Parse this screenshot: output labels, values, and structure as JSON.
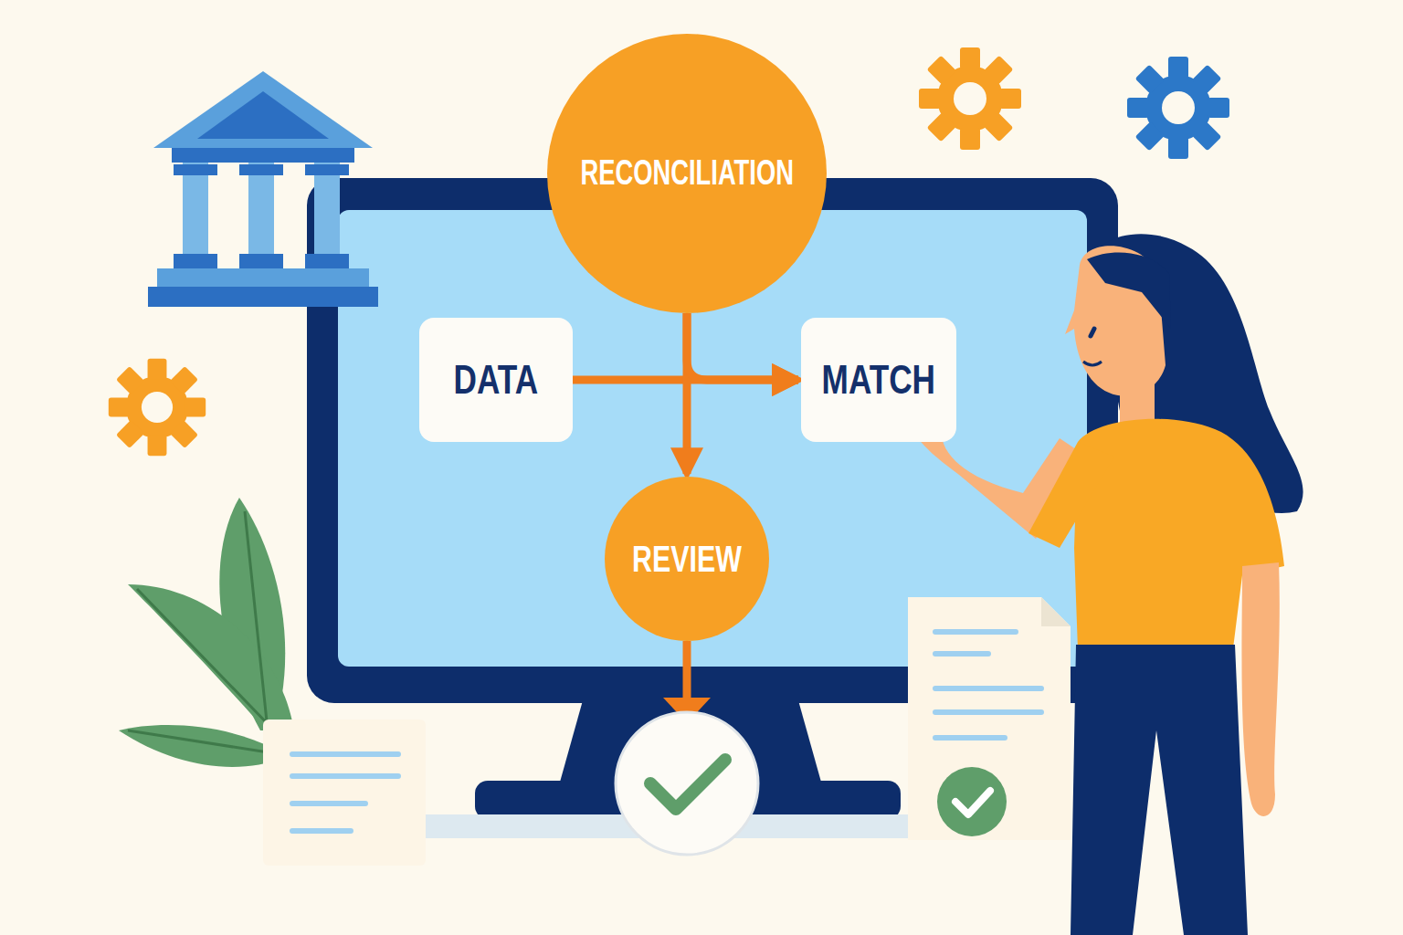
{
  "diagram": {
    "nodes": [
      {
        "text": [
          "RECONCILIATION"
        ]
      },
      {
        "text": [
          "DATA"
        ]
      },
      {
        "text": [
          "MATCH"
        ]
      },
      {
        "text": [
          "REVIEW"
        ]
      }
    ],
    "edges": [
      {
        "from": 1,
        "to": 2,
        "arrow": "to"
      },
      {
        "from": 0,
        "to": 3,
        "arrow": "to"
      },
      {
        "from": 0,
        "to": 2,
        "arrow": "to"
      }
    ]
  }
}
